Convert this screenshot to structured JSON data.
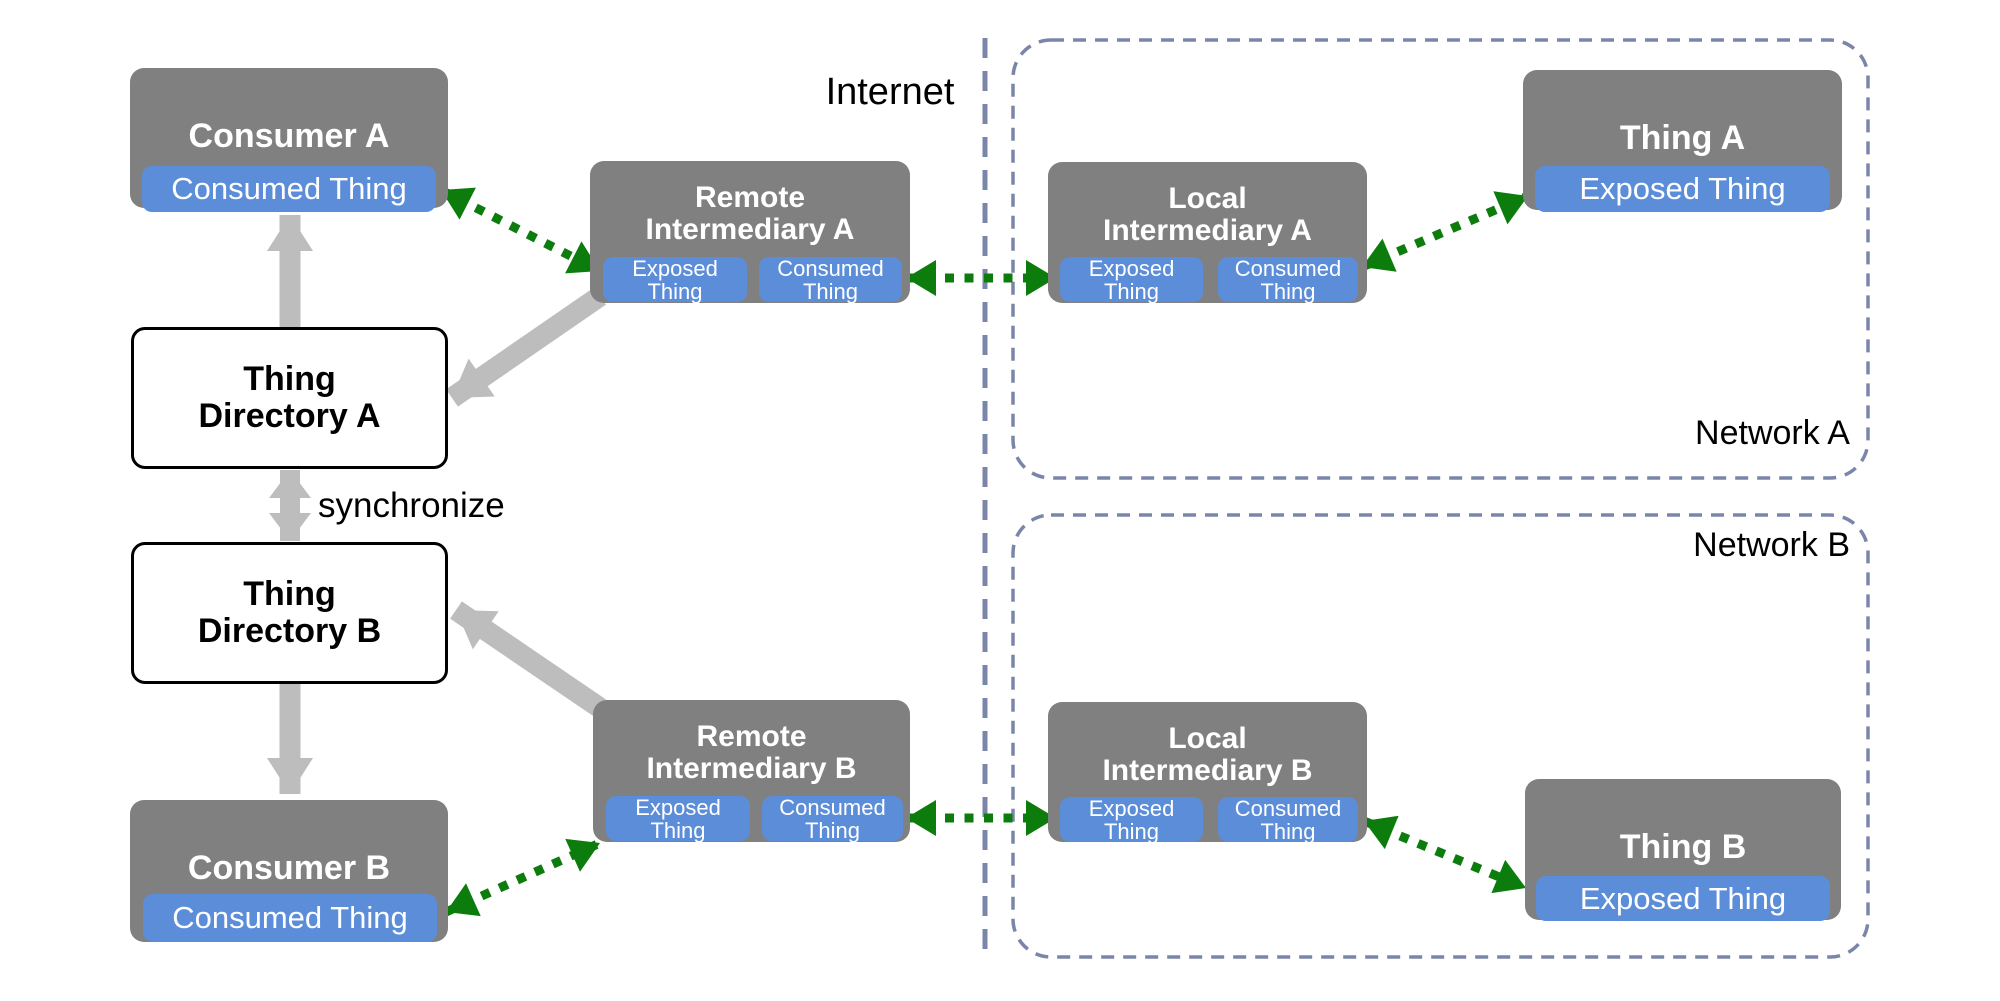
{
  "diagram": {
    "labels": {
      "internet": "Internet",
      "synchronize": "synchronize",
      "network_a": "Network A",
      "network_b": "Network B"
    },
    "nodes": {
      "consumer_a": {
        "title": "Consumer A",
        "consumed_thing": "Consumed Thing"
      },
      "remote_intermediary_a": {
        "title_line1": "Remote",
        "title_line2": "Intermediary A",
        "exposed_thing": [
          "Exposed",
          "Thing"
        ],
        "consumed_thing": [
          "Consumed",
          "Thing"
        ]
      },
      "local_intermediary_a": {
        "title_line1": "Local",
        "title_line2": "Intermediary A",
        "exposed_thing": [
          "Exposed",
          "Thing"
        ],
        "consumed_thing": [
          "Consumed",
          "Thing"
        ]
      },
      "thing_a": {
        "title": "Thing A",
        "exposed_thing": "Exposed Thing"
      },
      "thing_directory_a": {
        "title_line1": "Thing",
        "title_line2": "Directory A"
      },
      "thing_directory_b": {
        "title_line1": "Thing",
        "title_line2": "Directory B"
      },
      "consumer_b": {
        "title": "Consumer B",
        "consumed_thing": "Consumed Thing"
      },
      "remote_intermediary_b": {
        "title_line1": "Remote",
        "title_line2": "Intermediary B",
        "exposed_thing": [
          "Exposed",
          "Thing"
        ],
        "consumed_thing": [
          "Consumed",
          "Thing"
        ]
      },
      "local_intermediary_b": {
        "title_line1": "Local",
        "title_line2": "Intermediary B",
        "exposed_thing": [
          "Exposed",
          "Thing"
        ],
        "consumed_thing": [
          "Consumed",
          "Thing"
        ]
      },
      "thing_b": {
        "title": "Thing B",
        "exposed_thing": "Exposed Thing"
      }
    },
    "colors": {
      "node_gray": "#808080",
      "thing_blue": "#5b8dd9",
      "arrow_gray": "#bdbdbd",
      "arrow_green": "#0c7c0c",
      "network_border": "#7b85aa",
      "directory_border": "#000000"
    },
    "connections": [
      {
        "from": "thing_directory_a",
        "to": "consumer_a",
        "style": "gray-solid"
      },
      {
        "from": "remote_intermediary_a",
        "to": "thing_directory_a",
        "style": "gray-solid"
      },
      {
        "from": "thing_directory_a",
        "to": "thing_directory_b",
        "style": "gray-solid-double",
        "label": "synchronize"
      },
      {
        "from": "thing_directory_b",
        "to": "consumer_b",
        "style": "gray-solid"
      },
      {
        "from": "remote_intermediary_b",
        "to": "thing_directory_b",
        "style": "gray-solid"
      },
      {
        "from": "consumer_a.consumed_thing",
        "to": "remote_intermediary_a.exposed_thing",
        "style": "green-dotted-double"
      },
      {
        "from": "remote_intermediary_a.consumed_thing",
        "to": "local_intermediary_a.exposed_thing",
        "style": "green-dotted-double"
      },
      {
        "from": "local_intermediary_a.consumed_thing",
        "to": "thing_a.exposed_thing",
        "style": "green-dotted-double"
      },
      {
        "from": "consumer_b.consumed_thing",
        "to": "remote_intermediary_b.exposed_thing",
        "style": "green-dotted-double"
      },
      {
        "from": "remote_intermediary_b.consumed_thing",
        "to": "local_intermediary_b.exposed_thing",
        "style": "green-dotted-double"
      },
      {
        "from": "local_intermediary_b.consumed_thing",
        "to": "thing_b.exposed_thing",
        "style": "green-dotted-double"
      }
    ]
  }
}
